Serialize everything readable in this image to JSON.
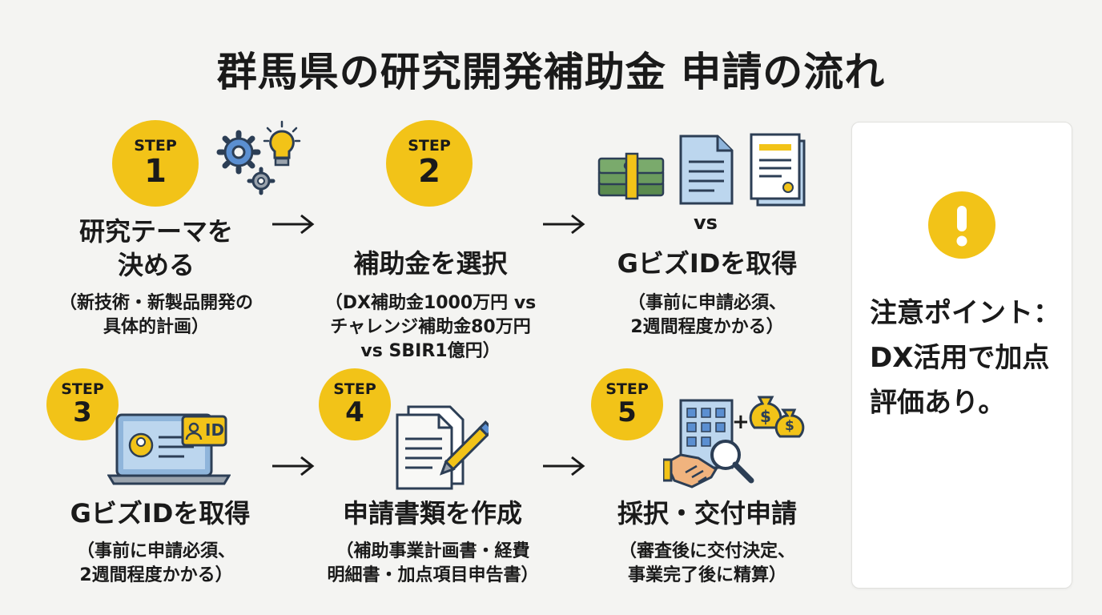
{
  "title": "群馬県の研究開発補助金 申請の流れ",
  "step_label": "STEP",
  "steps": [
    {
      "number": "1",
      "title": [
        "研究テーマを",
        "決める"
      ],
      "desc": [
        "（新技術・新製品開発の",
        "具体的計画）"
      ]
    },
    {
      "number": "2",
      "title": [
        "補助金を選択"
      ],
      "desc": [
        "（DX補助金1000万円 vs",
        "チャレンジ補助金80万円",
        "vs SBIR1億円）"
      ]
    },
    {
      "number": "3",
      "title": [
        "GビズIDを取得"
      ],
      "desc": [
        "（事前に申請必須、",
        "2週間程度かかる）"
      ]
    },
    {
      "number": "4",
      "title": [
        "申請書類を作成"
      ],
      "desc": [
        "（補助事業計画書・経費",
        "明細書・加点項目申告書）"
      ]
    },
    {
      "number": "5",
      "title": [
        "採択・交付申請"
      ],
      "desc": [
        "（審査後に交付決定、",
        "事業完了後に精算）"
      ]
    }
  ],
  "extra_column": {
    "vs": "vs",
    "title": "GビズIDを取得",
    "desc": [
      "（事前に申請必須、",
      "2週間程度かかる）"
    ]
  },
  "icons": {
    "step1": [
      "gear-icon",
      "lightbulb-icon"
    ],
    "step2_extra": [
      "money-stack-icon",
      "document-icon",
      "certificate-icon"
    ],
    "step3": [
      "laptop-profile-icon",
      "id-badge-icon"
    ],
    "step4": [
      "documents-pen-icon"
    ],
    "step5": [
      "building-icon",
      "handshake-icon",
      "magnifier-icon",
      "money-bag-icon"
    ],
    "note": "exclamation-icon"
  },
  "id_badge_text": "ID",
  "plus_sign": "+",
  "dollar_sign": "$",
  "note": {
    "text": [
      "注意ポイント：",
      "DX活用で加点",
      "評価あり。"
    ]
  },
  "colors": {
    "accent": "#f2c318",
    "background": "#f4f4f2",
    "panel": "#ffffff",
    "icon_blue": "#5b8fd1",
    "money_green": "#5a8a4e"
  }
}
